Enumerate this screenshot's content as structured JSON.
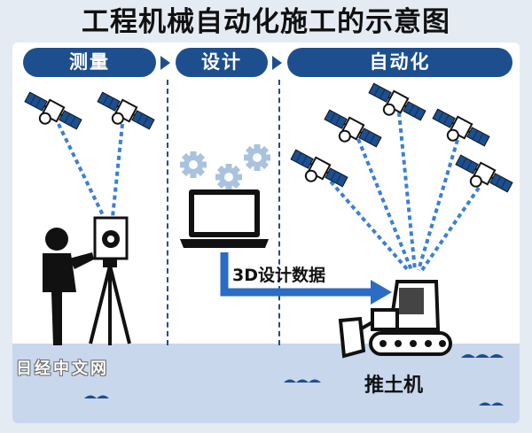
{
  "title": "工程机械自动化施工的示意图",
  "stages": [
    {
      "label": "测量"
    },
    {
      "label": "设计"
    },
    {
      "label": "自动化"
    }
  ],
  "flow_label": "3D设计数据",
  "machine_label": "推土机",
  "watermark": "日经中文网",
  "colors": {
    "header": "#1d4f8f",
    "signal_line": "#3b7fd6",
    "flow_arrow": "#2b6cc4",
    "gear": "#a9c3df",
    "ground": "#c8d7ec"
  },
  "icons": [
    "satellite-icon",
    "surveyor-icon",
    "total-station-icon",
    "gear-icon",
    "laptop-icon",
    "bulldozer-icon"
  ]
}
